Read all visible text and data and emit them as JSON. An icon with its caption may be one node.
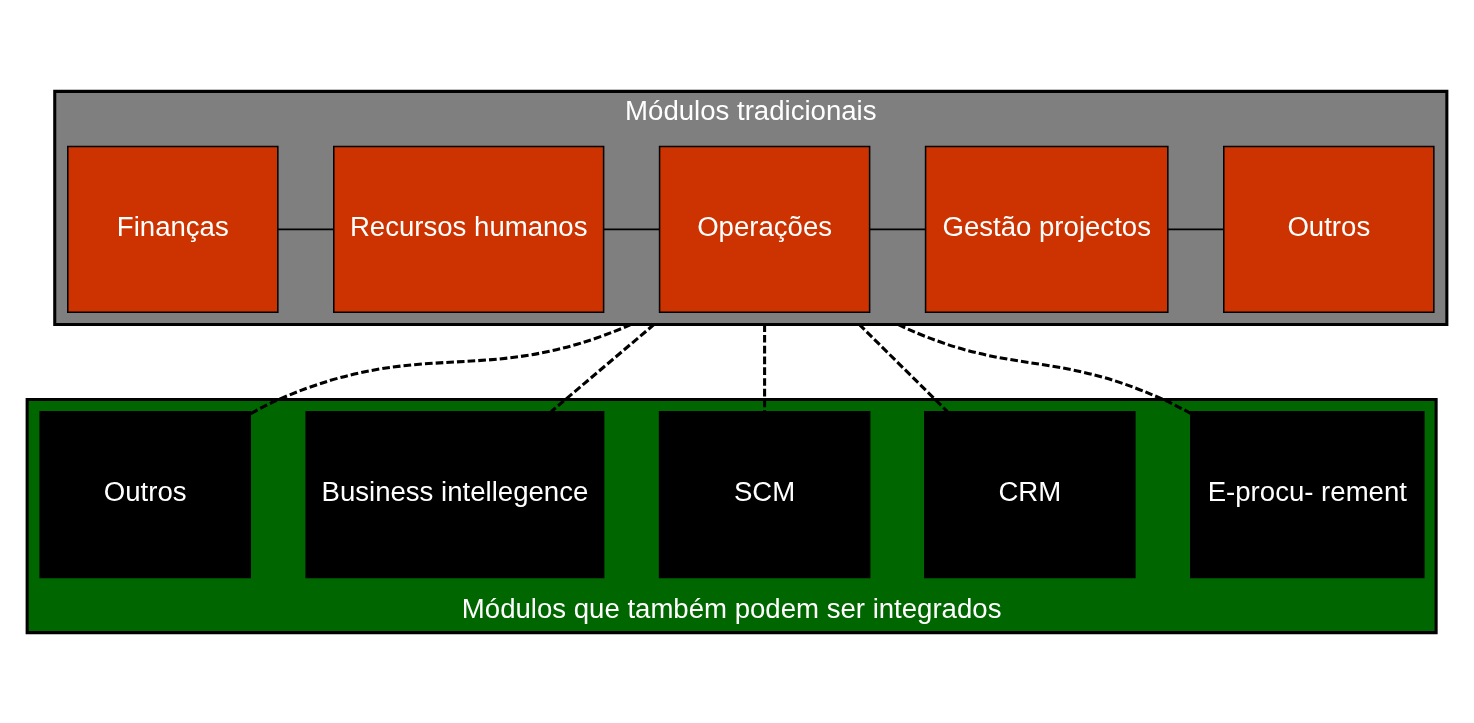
{
  "diagram": {
    "nodes": [
      {
        "text": [
          "Módulos tradicionais"
        ]
      },
      {
        "text": [
          "Finanças"
        ],
        "in": 0
      },
      {
        "text": [
          "Recursos humanos"
        ],
        "in": 0
      },
      {
        "text": [
          "Operações"
        ],
        "in": 0
      },
      {
        "text": [
          "Gestão projectos"
        ],
        "in": 0
      },
      {
        "text": [
          "Outros"
        ],
        "in": 0
      },
      {
        "text": [
          "Módulos que também podem ser integrados"
        ]
      },
      {
        "text": [
          "E-procu- rement"
        ],
        "in": 6
      },
      {
        "text": [
          "CRM"
        ],
        "in": 6
      },
      {
        "text": [
          "SCM"
        ],
        "in": 6
      },
      {
        "text": [
          "Business intellegence"
        ],
        "in": 6
      },
      {
        "text": [
          "Outros"
        ],
        "in": 6
      }
    ],
    "edges": [
      {
        "from": 1,
        "to": 2,
        "arrow": "none"
      },
      {
        "from": 2,
        "to": 3,
        "arrow": "none"
      },
      {
        "from": 3,
        "to": 4,
        "arrow": "none"
      },
      {
        "from": 4,
        "to": 5,
        "arrow": "none"
      },
      {
        "from": 0,
        "to": 7,
        "arrow": "none",
        "style": "dashed"
      },
      {
        "from": 0,
        "to": 8,
        "arrow": "none",
        "style": "dashed"
      },
      {
        "from": 0,
        "to": 9,
        "arrow": "none",
        "style": "dashed"
      },
      {
        "from": 0,
        "to": 10,
        "arrow": "none",
        "style": "dashed"
      },
      {
        "from": 0,
        "to": 11,
        "arrow": "none",
        "style": "dashed"
      }
    ]
  }
}
